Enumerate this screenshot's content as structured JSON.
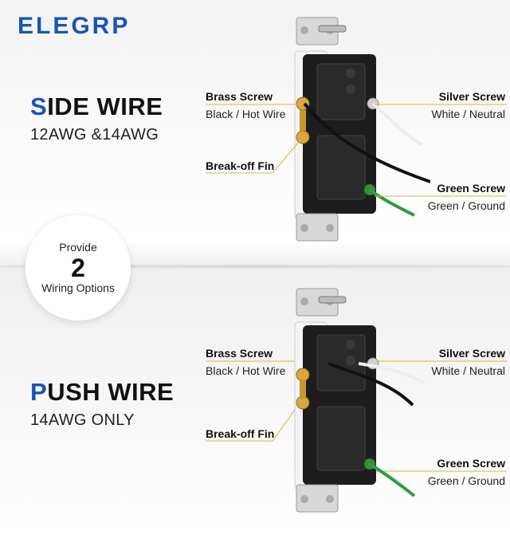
{
  "brand": {
    "logo_text": "ELEGRP",
    "color": "#1a55b4"
  },
  "badge": {
    "line1": "Provide",
    "number": "2",
    "line3": "Wiring Options"
  },
  "side_wire": {
    "title_initial": "S",
    "title_rest": "IDE WIRE",
    "subtitle": "12AWG &14AWG",
    "callouts": {
      "brass_screw": "Brass Screw",
      "black_hot": "Black / Hot Wire",
      "breakoff_fin": "Break-off Fin",
      "silver_screw": "Silver Screw",
      "white_neutral": "White / Neutral",
      "green_screw": "Green Screw",
      "green_ground": "Green / Ground"
    }
  },
  "push_wire": {
    "title_initial": "P",
    "title_rest": "USH WIRE",
    "subtitle": "14AWG ONLY",
    "callouts": {
      "brass_screw": "Brass Screw",
      "black_hot": "Black / Hot Wire",
      "breakoff_fin": "Break-off Fin",
      "silver_screw": "Silver Screw",
      "white_neutral": "White / Neutral",
      "green_screw": "Green Screw",
      "green_ground": "Green / Ground"
    }
  },
  "colors": {
    "accent": "#1a55b4",
    "leader": "#e3b23c",
    "wire_green": "#2e9d44",
    "wire_black": "#111111"
  },
  "icons": [
    "outlet-side-wire",
    "outlet-push-wire"
  ]
}
